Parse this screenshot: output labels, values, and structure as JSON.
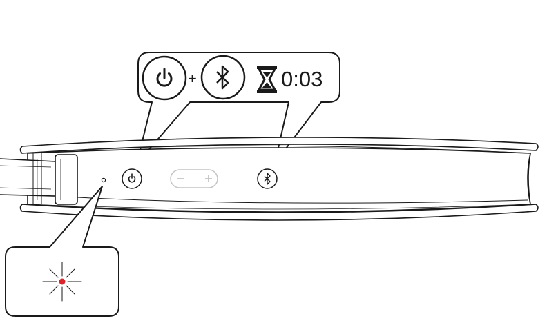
{
  "callout": {
    "plus_symbol": "+",
    "hold_duration": "0:03",
    "icons": [
      "power-icon",
      "bluetooth-icon",
      "hourglass-icon"
    ]
  },
  "device": {
    "buttons": [
      "power-button",
      "volume-minus-button",
      "volume-plus-button",
      "bluetooth-button"
    ],
    "volume_minus_symbol": "−",
    "volume_plus_symbol": "+",
    "volume_buttons_state": "inactive"
  },
  "led": {
    "status": "flashing",
    "color": "#d9262c"
  },
  "colors": {
    "line": "#1a1a1a",
    "inactive": "#c4c4c4"
  }
}
